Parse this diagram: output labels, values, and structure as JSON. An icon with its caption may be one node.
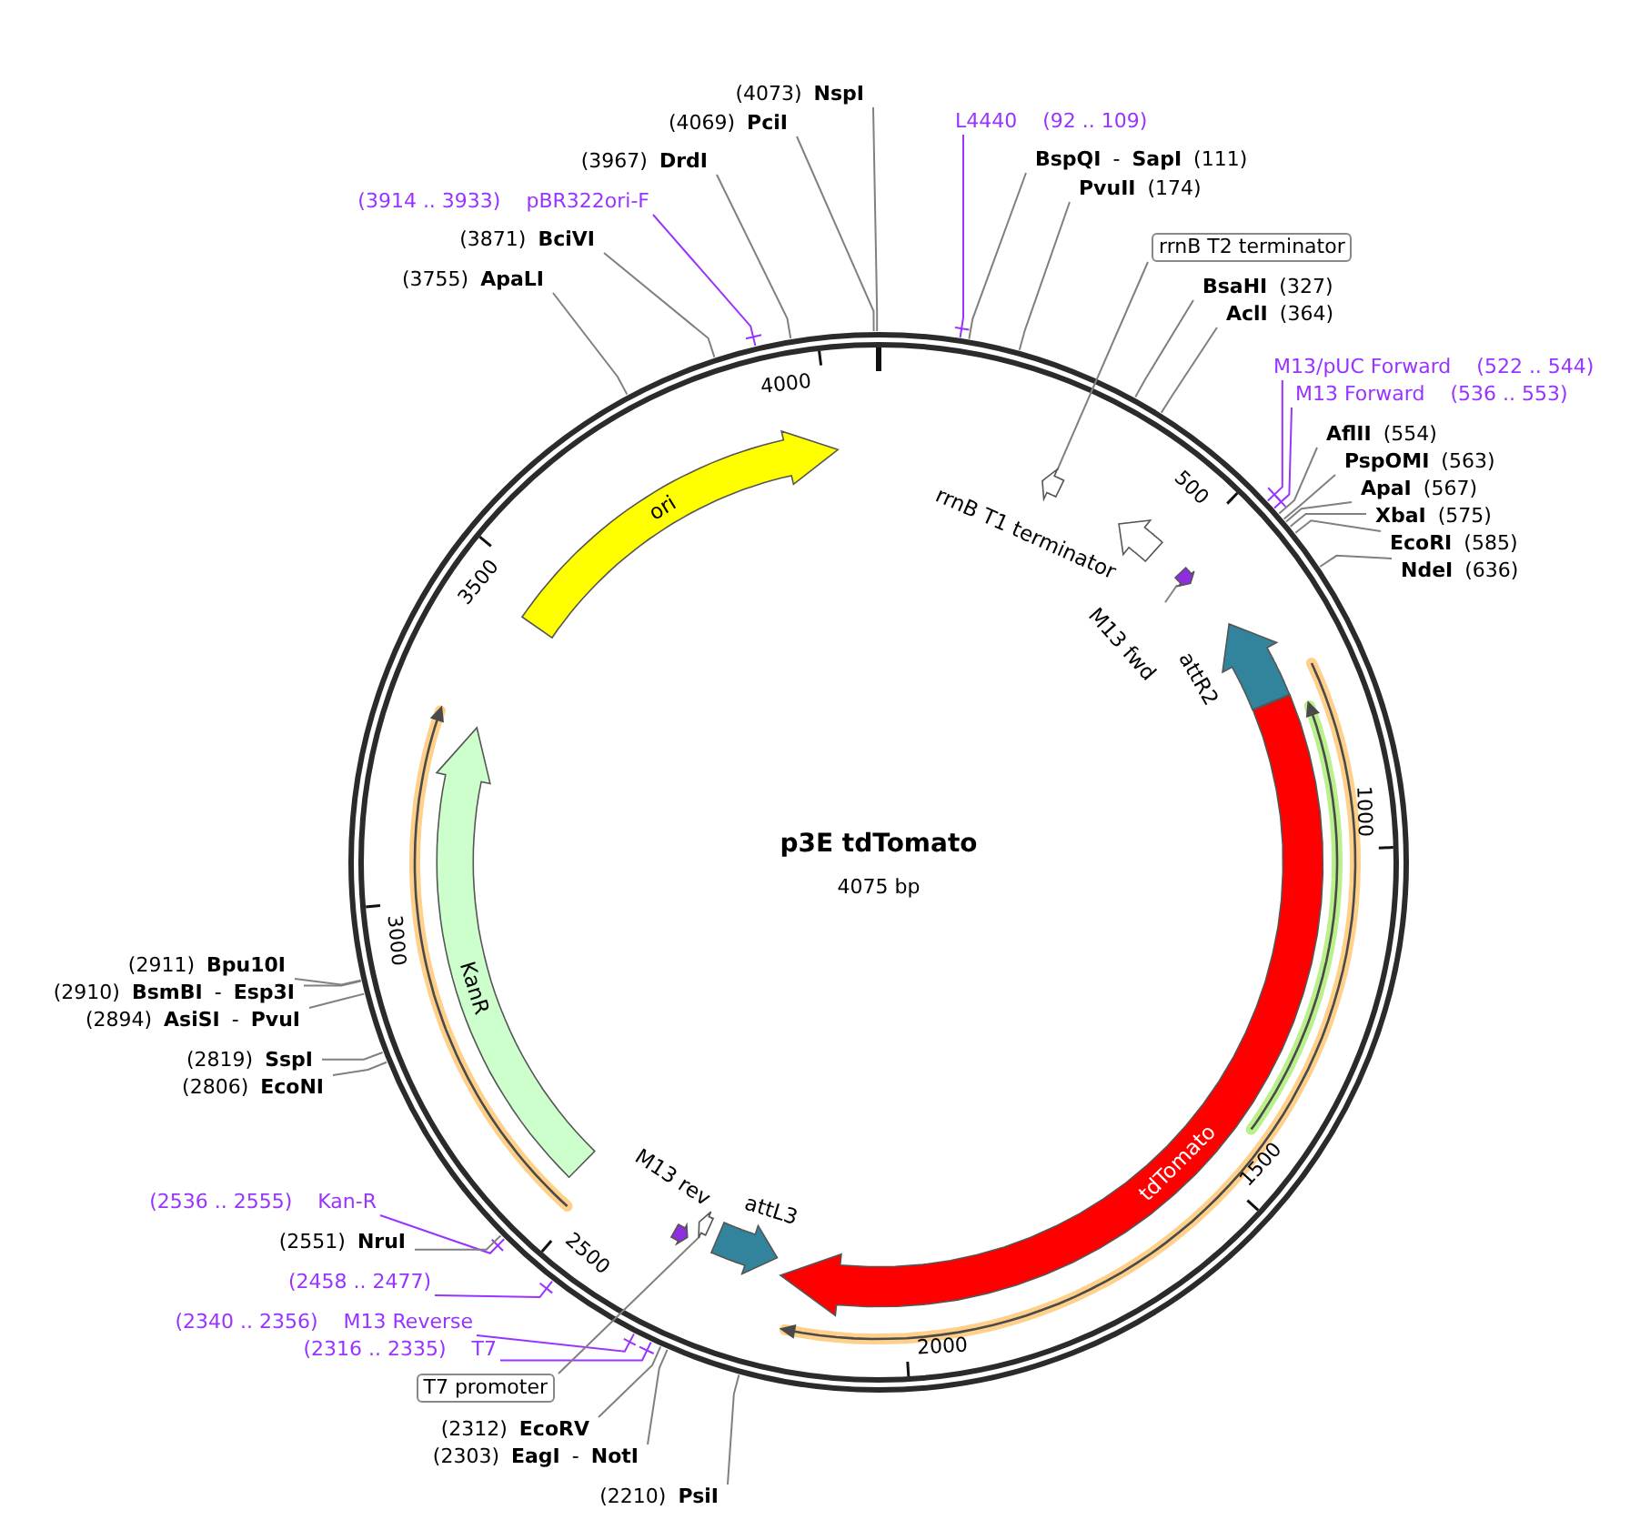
{
  "diagram": {
    "title": "p3E tdTomato",
    "nodes": [
      {
        "text": [
          "(4073) **NspI**"
        ]
      },
      {
        "text": [
          "(4069) **PciI**"
        ]
      },
      {
        "text": [
          "(3967) **DrdI**"
        ]
      },
      {
        "text": [
          "(3914 .. 3933)",
          "pBR322ori-F"
        ]
      },
      {
        "text": [
          "(3871) **BciVI**"
        ]
      },
      {
        "text": [
          "(3755) **ApaLI**"
        ]
      },
      {
        "text": [
          "L4440",
          "(92 .. 109)"
        ]
      },
      {
        "text": [
          "**BspQI** - **SapI** (111)"
        ]
      },
      {
        "text": [
          "**PvuII** (174)"
        ]
      },
      {
        "text": [
          "rrnB T2 terminator"
        ]
      },
      {
        "text": [
          "**BsaHI** (327)"
        ]
      },
      {
        "text": [
          "**AclI** (364)"
        ]
      },
      {
        "text": [
          "M13/pUC Forward",
          "(522 .. 544)"
        ]
      },
      {
        "text": [
          "M13 Forward",
          "(536 .. 553)"
        ]
      },
      {
        "text": [
          "**AflII** (554)"
        ]
      },
      {
        "text": [
          "**PspOMI** (563)"
        ]
      },
      {
        "text": [
          "**ApaI** (567)"
        ]
      },
      {
        "text": [
          "**XbaI** (575)"
        ]
      },
      {
        "text": [
          "**EcoRI** (585)"
        ]
      },
      {
        "text": [
          "**NdeI** (636)"
        ]
      },
      {
        "text": [
          "(2911) **Bpu10I**"
        ]
      },
      {
        "text": [
          "(2910) **BsmBI** - **Esp3I**"
        ]
      },
      {
        "text": [
          "(2894) **AsiSI** - **PvuI**"
        ]
      },
      {
        "text": [
          "(2819) **SspI**"
        ]
      },
      {
        "text": [
          "(2806) **EcoNI**"
        ]
      },
      {
        "text": [
          "(2536 .. 2555)",
          "Kan-R"
        ]
      },
      {
        "text": [
          "(2551) **NruI**"
        ]
      },
      {
        "text": [
          "(2458 .. 2477)"
        ]
      },
      {
        "text": [
          "(2340 .. 2356)",
          "M13 Reverse"
        ]
      },
      {
        "text": [
          "(2316 .. 2335)",
          "T7"
        ]
      },
      {
        "text": [
          "T7 promoter"
        ]
      },
      {
        "text": [
          "(2312) **EcoRV**"
        ]
      },
      {
        "text": [
          "(2303) **EagI** - **NotI**"
        ]
      },
      {
        "text": [
          "(2210) **PsiI**"
        ]
      },
      {
        "text": [
          "ori"
        ]
      },
      {
        "text": [
          "KanR"
        ]
      },
      {
        "text": [
          "tdTomato"
        ]
      },
      {
        "text": [
          "attR2"
        ]
      },
      {
        "text": [
          "attL3"
        ]
      },
      {
        "text": [
          "rrnB T1 terminator"
        ]
      },
      {
        "text": [
          "M13 fwd"
        ]
      },
      {
        "text": [],
        "shape": "arrow"
      },
      {
        "text": [
          "M13 rev"
        ]
      },
      {
        "text": [],
        "shape": "arrow"
      },
      {
        "text": [],
        "shape": "arrow"
      }
    ],
    "edges": [
      {
        "from": 0,
        "to": null,
        "arrow": "none"
      },
      {
        "from": 1,
        "to": null,
        "arrow": "none"
      },
      {
        "from": 2,
        "to": null,
        "arrow": "none"
      },
      {
        "from": 3,
        "to": null,
        "arrow": "none",
        "color": "#9933ff"
      },
      {
        "from": 4,
        "to": null,
        "arrow": "none"
      },
      {
        "from": 5,
        "to": null,
        "arrow": "none"
      },
      {
        "from": 6,
        "to": null,
        "arrow": "none",
        "color": "#9933ff"
      },
      {
        "from": 7,
        "to": null,
        "arrow": "none"
      },
      {
        "from": 8,
        "to": null,
        "arrow": "none"
      },
      {
        "from": 10,
        "to": null,
        "arrow": "none"
      },
      {
        "from": 11,
        "to": null,
        "arrow": "none"
      },
      {
        "from": 12,
        "to": null,
        "arrow": "none",
        "color": "#9933ff"
      },
      {
        "from": 13,
        "to": null,
        "arrow": "none",
        "color": "#9933ff"
      },
      {
        "from": 14,
        "to": null,
        "arrow": "none"
      },
      {
        "from": 15,
        "to": null,
        "arrow": "none"
      },
      {
        "from": 16,
        "to": null,
        "arrow": "none"
      },
      {
        "from": 17,
        "to": null,
        "arrow": "none"
      },
      {
        "from": 18,
        "to": null,
        "arrow": "none"
      },
      {
        "from": 19,
        "to": null,
        "arrow": "none"
      },
      {
        "from": 20,
        "to": null,
        "arrow": "none"
      },
      {
        "from": 21,
        "to": null,
        "arrow": "none"
      },
      {
        "from": 22,
        "to": null,
        "arrow": "none"
      },
      {
        "from": 23,
        "to": null,
        "arrow": "none"
      },
      {
        "from": 24,
        "to": null,
        "arrow": "none"
      },
      {
        "from": 25,
        "to": null,
        "arrow": "none",
        "color": "#9933ff"
      },
      {
        "from": 26,
        "to": null,
        "arrow": "none"
      },
      {
        "from": 27,
        "to": null,
        "arrow": "none",
        "color": "#9933ff"
      },
      {
        "from": 28,
        "to": null,
        "arrow": "none",
        "color": "#9933ff"
      },
      {
        "from": 29,
        "to": null,
        "arrow": "none",
        "color": "#9933ff"
      },
      {
        "from": 31,
        "to": null,
        "arrow": "none"
      },
      {
        "from": 32,
        "to": null,
        "arrow": "none"
      },
      {
        "from": 33,
        "to": null,
        "arrow": "none"
      },
      {
        "from": 9,
        "to": 43,
        "arrow": "none"
      },
      {
        "from": 30,
        "to": 44,
        "arrow": "none"
      },
      {
        "from": 40,
        "to": 41,
        "arrow": "none"
      }
    ],
    "labels": [
      "4075 bp",
      "4000",
      "500",
      "3500",
      "1000",
      "3000",
      "1500",
      "2500",
      "2000"
    ]
  }
}
